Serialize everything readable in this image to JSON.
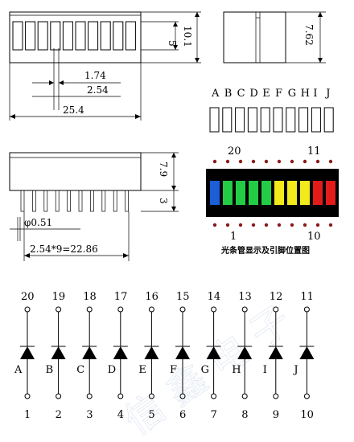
{
  "dimensions": {
    "height_outer": "10.1",
    "height_inner": "5",
    "pin_width": "1.74",
    "pin_pitch": "2.54",
    "body_width": "25.4",
    "side_depth": "7.62",
    "body_height": "7.9",
    "pin_length": "3",
    "pin_diameter": "φ0.51",
    "pin_span": "2.54*9=22.86"
  },
  "segment_letters": [
    "A",
    "B",
    "C",
    "D",
    "E",
    "F",
    "G",
    "H",
    "I",
    "J"
  ],
  "led_bar": {
    "pin_left_top": "20",
    "pin_right_top": "11",
    "pin_left_bottom": "1",
    "pin_right_bottom": "10",
    "caption": "光条管显示及引脚位置图",
    "segment_colors": [
      "#1a5fd6",
      "#22cc44",
      "#22cc44",
      "#22cc44",
      "#22cc44",
      "#f2ea1d",
      "#f2ea1d",
      "#f2ea1d",
      "#e21b1b",
      "#e21b1b"
    ],
    "pin_dot_color": "#8b1a1a"
  },
  "schematic": {
    "anode_pins": [
      "20",
      "19",
      "18",
      "17",
      "16",
      "15",
      "14",
      "13",
      "12",
      "11"
    ],
    "cathode_pins": [
      "1",
      "2",
      "3",
      "4",
      "5",
      "6",
      "7",
      "8",
      "9",
      "10"
    ],
    "diode_letters": [
      "A",
      "B",
      "C",
      "D",
      "E",
      "F",
      "G",
      "H",
      "I",
      "J"
    ]
  },
  "watermark": "信 鑫 电 子"
}
